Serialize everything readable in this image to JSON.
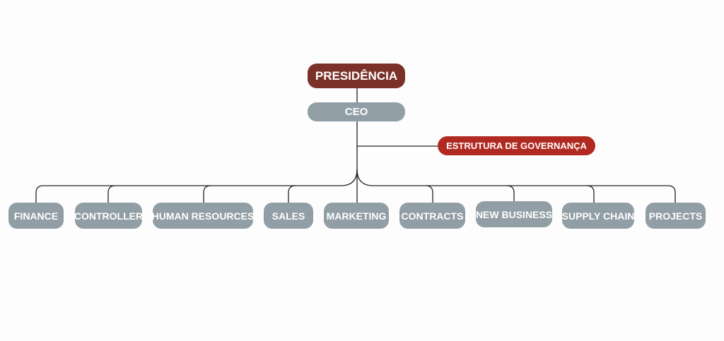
{
  "presidency": "PRESIDÊNCIA",
  "ceo": "CEO",
  "governance": "ESTRUTURA DE GOVERNANÇA",
  "departments": [
    "FINANCE",
    "CONTROLLER",
    "HUMAN RESOURCES",
    "SALES",
    "MARKETING",
    "CONTRACTS",
    "NEW BUSINESS",
    "SUPPLY CHAIN",
    "PROJECTS"
  ],
  "colors": {
    "presidency": "#7a3128",
    "governance": "#b02a22",
    "node": "#919ea5",
    "line": "#222222"
  }
}
